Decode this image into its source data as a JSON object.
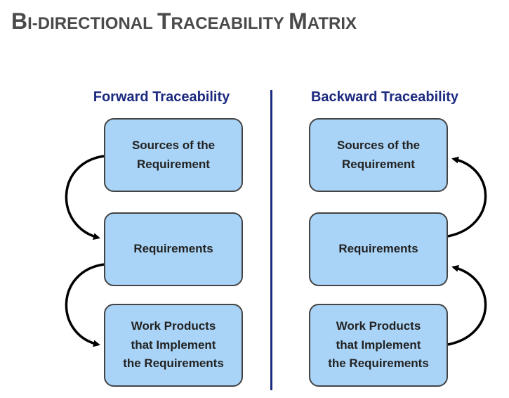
{
  "title": {
    "part1_big": "B",
    "part1_small": "I-DIRECTIONAL ",
    "part2_big": "T",
    "part2_small": "RACEABILITY ",
    "part3_big": "M",
    "part3_small": "ATRIX"
  },
  "columns": {
    "forward": {
      "heading": "Forward Traceability",
      "boxes": [
        {
          "line1": "Sources of the",
          "line2": "Requirement"
        },
        {
          "line1": "Requirements"
        },
        {
          "line1": "Work Products",
          "line2": "that Implement",
          "line3": "the Requirements"
        }
      ]
    },
    "backward": {
      "heading": "Backward Traceability",
      "boxes": [
        {
          "line1": "Sources of the",
          "line2": "Requirement"
        },
        {
          "line1": "Requirements"
        },
        {
          "line1": "Work Products",
          "line2": "that Implement",
          "line3": "the Requirements"
        }
      ]
    }
  },
  "colors": {
    "box_fill": "#a9d4f7",
    "heading": "#1c2a80",
    "title": "#4a4a4a",
    "arrow": "#000000"
  }
}
